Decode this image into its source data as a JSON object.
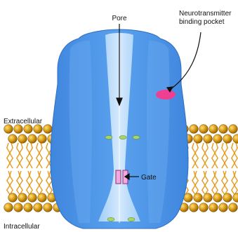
{
  "labels": {
    "pore": "Pore",
    "binding_pocket_line1": "Neurotransmitter",
    "binding_pocket_line2": "binding pocket",
    "extracellular": "Extracellular",
    "intracellular": "Intracellular",
    "gate": "Gate"
  },
  "colors": {
    "channel_body": "#4a92e6",
    "channel_light": "#86bdf2",
    "pore_channel": "#c9e3fb",
    "binding_pocket": "#ee3f93",
    "gate": "#f3a8de",
    "ion_marker": "#a9d46a",
    "lipid_head": "#c98d12",
    "lipid_tail": "#e79a1c",
    "label_text": "#111111"
  },
  "icons": {
    "binding_pocket": "magenta-ellipse",
    "gate": "pink-rectangles",
    "ions": "green-ovals",
    "lipids": "golden-spheres-with-tails"
  }
}
